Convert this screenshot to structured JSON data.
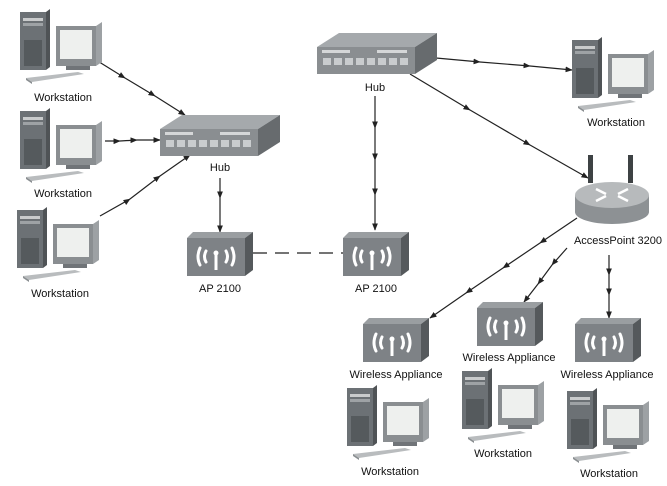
{
  "diagram": {
    "nodes": {
      "ws_left_1": "Workstation",
      "ws_left_2": "Workstation",
      "ws_left_3": "Workstation",
      "hub_left": "Hub",
      "ap_left": "AP 2100",
      "ap_right": "AP 2100",
      "hub_top": "Hub",
      "ws_top_right": "Workstation",
      "access_point": "AccessPoint 3200",
      "wa_1": "Wireless Appliance",
      "wa_2": "Wireless Appliance",
      "wa_3": "Wireless Appliance",
      "ws_bottom_1": "Workstation",
      "ws_bottom_2": "Workstation",
      "ws_bottom_3": "Workstation"
    },
    "connections": [
      {
        "from": "ws_left_1",
        "to": "hub_left",
        "style": "arrow"
      },
      {
        "from": "ws_left_2",
        "to": "hub_left",
        "style": "arrow"
      },
      {
        "from": "ws_left_3",
        "to": "hub_left",
        "style": "arrow"
      },
      {
        "from": "hub_left",
        "to": "ap_left",
        "style": "arrow"
      },
      {
        "from": "ap_left",
        "to": "ap_right",
        "style": "dashed"
      },
      {
        "from": "hub_top",
        "to": "ap_right",
        "style": "arrow"
      },
      {
        "from": "hub_top",
        "to": "ws_top_right",
        "style": "arrow"
      },
      {
        "from": "hub_top",
        "to": "access_point",
        "style": "arrow"
      },
      {
        "from": "access_point",
        "to": "wa_1",
        "style": "arrow"
      },
      {
        "from": "access_point",
        "to": "wa_2",
        "style": "arrow"
      },
      {
        "from": "access_point",
        "to": "wa_3",
        "style": "arrow"
      }
    ],
    "colors": {
      "device": "#7a7f84",
      "device_dark": "#5a5e62",
      "screen": "#eef0ee",
      "line": "#222222"
    }
  }
}
